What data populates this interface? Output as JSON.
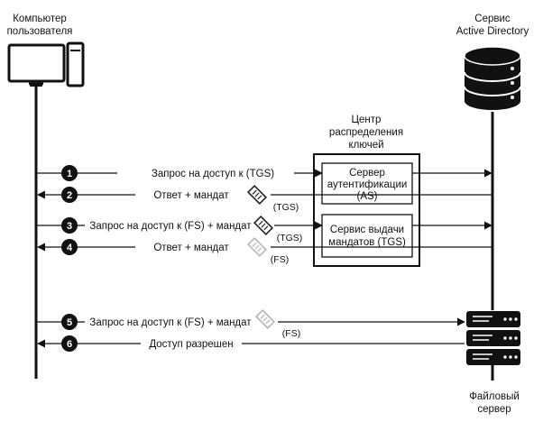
{
  "client": {
    "line1": "Компьютер",
    "line2": "пользователя"
  },
  "ad": {
    "line1": "Сервис",
    "line2": "Active Directory"
  },
  "kdc": {
    "line1": "Центр",
    "line2": "распределения",
    "line3": "ключей"
  },
  "as_box": {
    "line1": "Сервер",
    "line2": "аутентификации",
    "line3": "(AS)"
  },
  "tgs_box": {
    "line1": "Сервис выдачи",
    "line2": "мандатов (TGS)"
  },
  "fileserver": {
    "line1": "Файловый",
    "line2": "сервер"
  },
  "steps": [
    {
      "num": "1",
      "label": "Запрос на доступ к (TGS)",
      "ticket": ""
    },
    {
      "num": "2",
      "label": "Ответ + мандат",
      "ticket": "(TGS)"
    },
    {
      "num": "3",
      "label": "Запрос на доступ к (FS) + мандат",
      "ticket": "(TGS)"
    },
    {
      "num": "4",
      "label": "Ответ + мандат",
      "ticket": "(FS)"
    },
    {
      "num": "5",
      "label": "Запрос на доступ к (FS) + мандат",
      "ticket": "(FS)"
    },
    {
      "num": "6",
      "label": "Доступ разрешен",
      "ticket": ""
    }
  ],
  "colors": {
    "dark_ticket": "#222222",
    "light_ticket": "#b5b5b5"
  }
}
